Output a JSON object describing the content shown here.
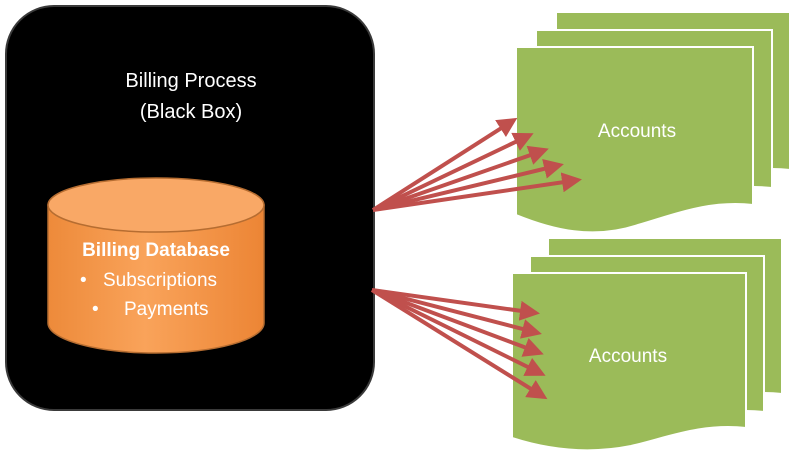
{
  "black_box": {
    "title_line1": "Billing Process",
    "title_line2": "(Black Box)"
  },
  "database": {
    "title": "Billing Database",
    "bullet_glyph": "•",
    "items": [
      "Subscriptions",
      "Payments"
    ]
  },
  "accounts_top": {
    "label": "Accounts"
  },
  "accounts_bottom": {
    "label": "Accounts"
  },
  "colors": {
    "black_box_fill": "#000000",
    "black_box_stroke": "#3a3a3a",
    "database_fill": "#f79646",
    "database_top": "#f9a866",
    "database_stroke": "#b66d31",
    "document_fill": "#9bbb59",
    "document_stroke": "#ffffff",
    "arrow": "#c0504d",
    "title_text": "#ffffff"
  },
  "icons": {
    "database": "cylinder-database-icon",
    "document_stack": "multi-document-stack-icon",
    "arrow": "arrow-icon"
  }
}
